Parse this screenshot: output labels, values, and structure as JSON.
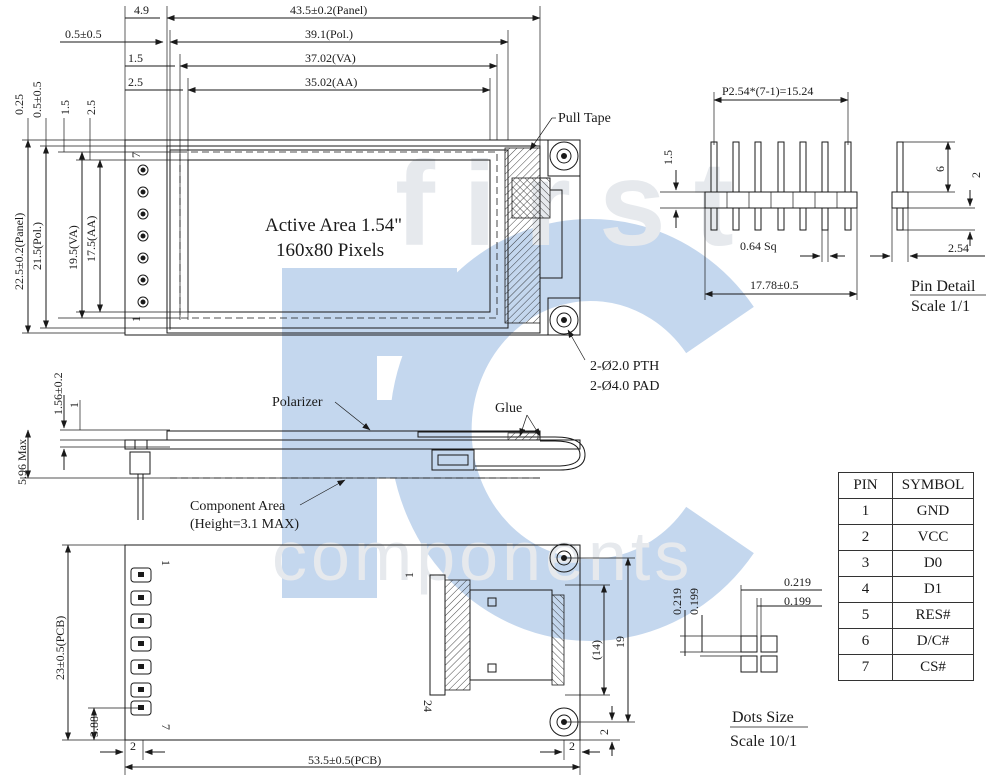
{
  "watermark": {
    "logo_letters": "FC",
    "top_word": "first",
    "bottom_word": "components",
    "color": "#b8cfe8"
  },
  "top_view": {
    "width_panel": "43.5±0.2(Panel)",
    "offset_panel": "4.9",
    "width_pol": "39.1(Pol.)",
    "offset_pol": "0.5±0.5",
    "width_va": "37.02(VA)",
    "offset_va": "1.5",
    "width_aa": "35.02(AA)",
    "offset_aa": "2.5",
    "height_panel": "22.5±0.2(Panel)",
    "height_pol": "21.5(Pol.)",
    "height_va": "19.5(VA)",
    "height_aa": "17.5(AA)",
    "v_offset_1": "0.25",
    "v_offset_2": "0.5±0.5",
    "v_offset_3": "1.5",
    "v_offset_4": "2.5",
    "active_area_line1": "Active Area 1.54\"",
    "active_area_line2": "160x80 Pixels",
    "pin_first": "7",
    "pin_last": "1",
    "pull_tape": "Pull Tape",
    "hole_line1": "2-Ø2.0 PTH",
    "hole_line2": "2-Ø4.0 PAD"
  },
  "side_view": {
    "thickness": "1.56±0.2",
    "thickness_small": "1",
    "max_height": "5.96 Max",
    "polarizer": "Polarizer",
    "glue": "Glue",
    "component_area_line1": "Component Area",
    "component_area_line2": "(Height=3.1 MAX)"
  },
  "bottom_view": {
    "pcb_height": "23±0.5(PCB)",
    "pin_offset": "3.88",
    "left_margin": "2",
    "pcb_width": "53.5±0.5(PCB)",
    "right_margin": "2",
    "fpc_height": "(14)",
    "hole_spacing": "19",
    "bottom_margin": "2",
    "pin_top": "1",
    "pin_bottom": "7",
    "fpc_pin_top": "1",
    "fpc_pin_bottom": "24"
  },
  "pin_detail": {
    "pitch": "P2.54*(7-1)=15.24",
    "height_small": "1.5",
    "height_6": "6",
    "height_2": "2",
    "pin_size": "0.64 Sq",
    "total_width": "17.78±0.5",
    "side_pitch": "2.54",
    "title": "Pin Detail",
    "scale": "Scale 1/1"
  },
  "dots": {
    "pitch_h": "0.219",
    "size_h": "0.199",
    "pitch_v": "0.219",
    "size_v": "0.199",
    "title": "Dots Size",
    "scale": "Scale 10/1"
  },
  "pin_table": {
    "headers": [
      "PIN",
      "SYMBOL"
    ],
    "rows": [
      {
        "pin": "1",
        "symbol": "GND"
      },
      {
        "pin": "2",
        "symbol": "VCC"
      },
      {
        "pin": "3",
        "symbol": "D0"
      },
      {
        "pin": "4",
        "symbol": "D1"
      },
      {
        "pin": "5",
        "symbol": "RES#"
      },
      {
        "pin": "6",
        "symbol": "D/C#"
      },
      {
        "pin": "7",
        "symbol": "CS#"
      }
    ]
  }
}
